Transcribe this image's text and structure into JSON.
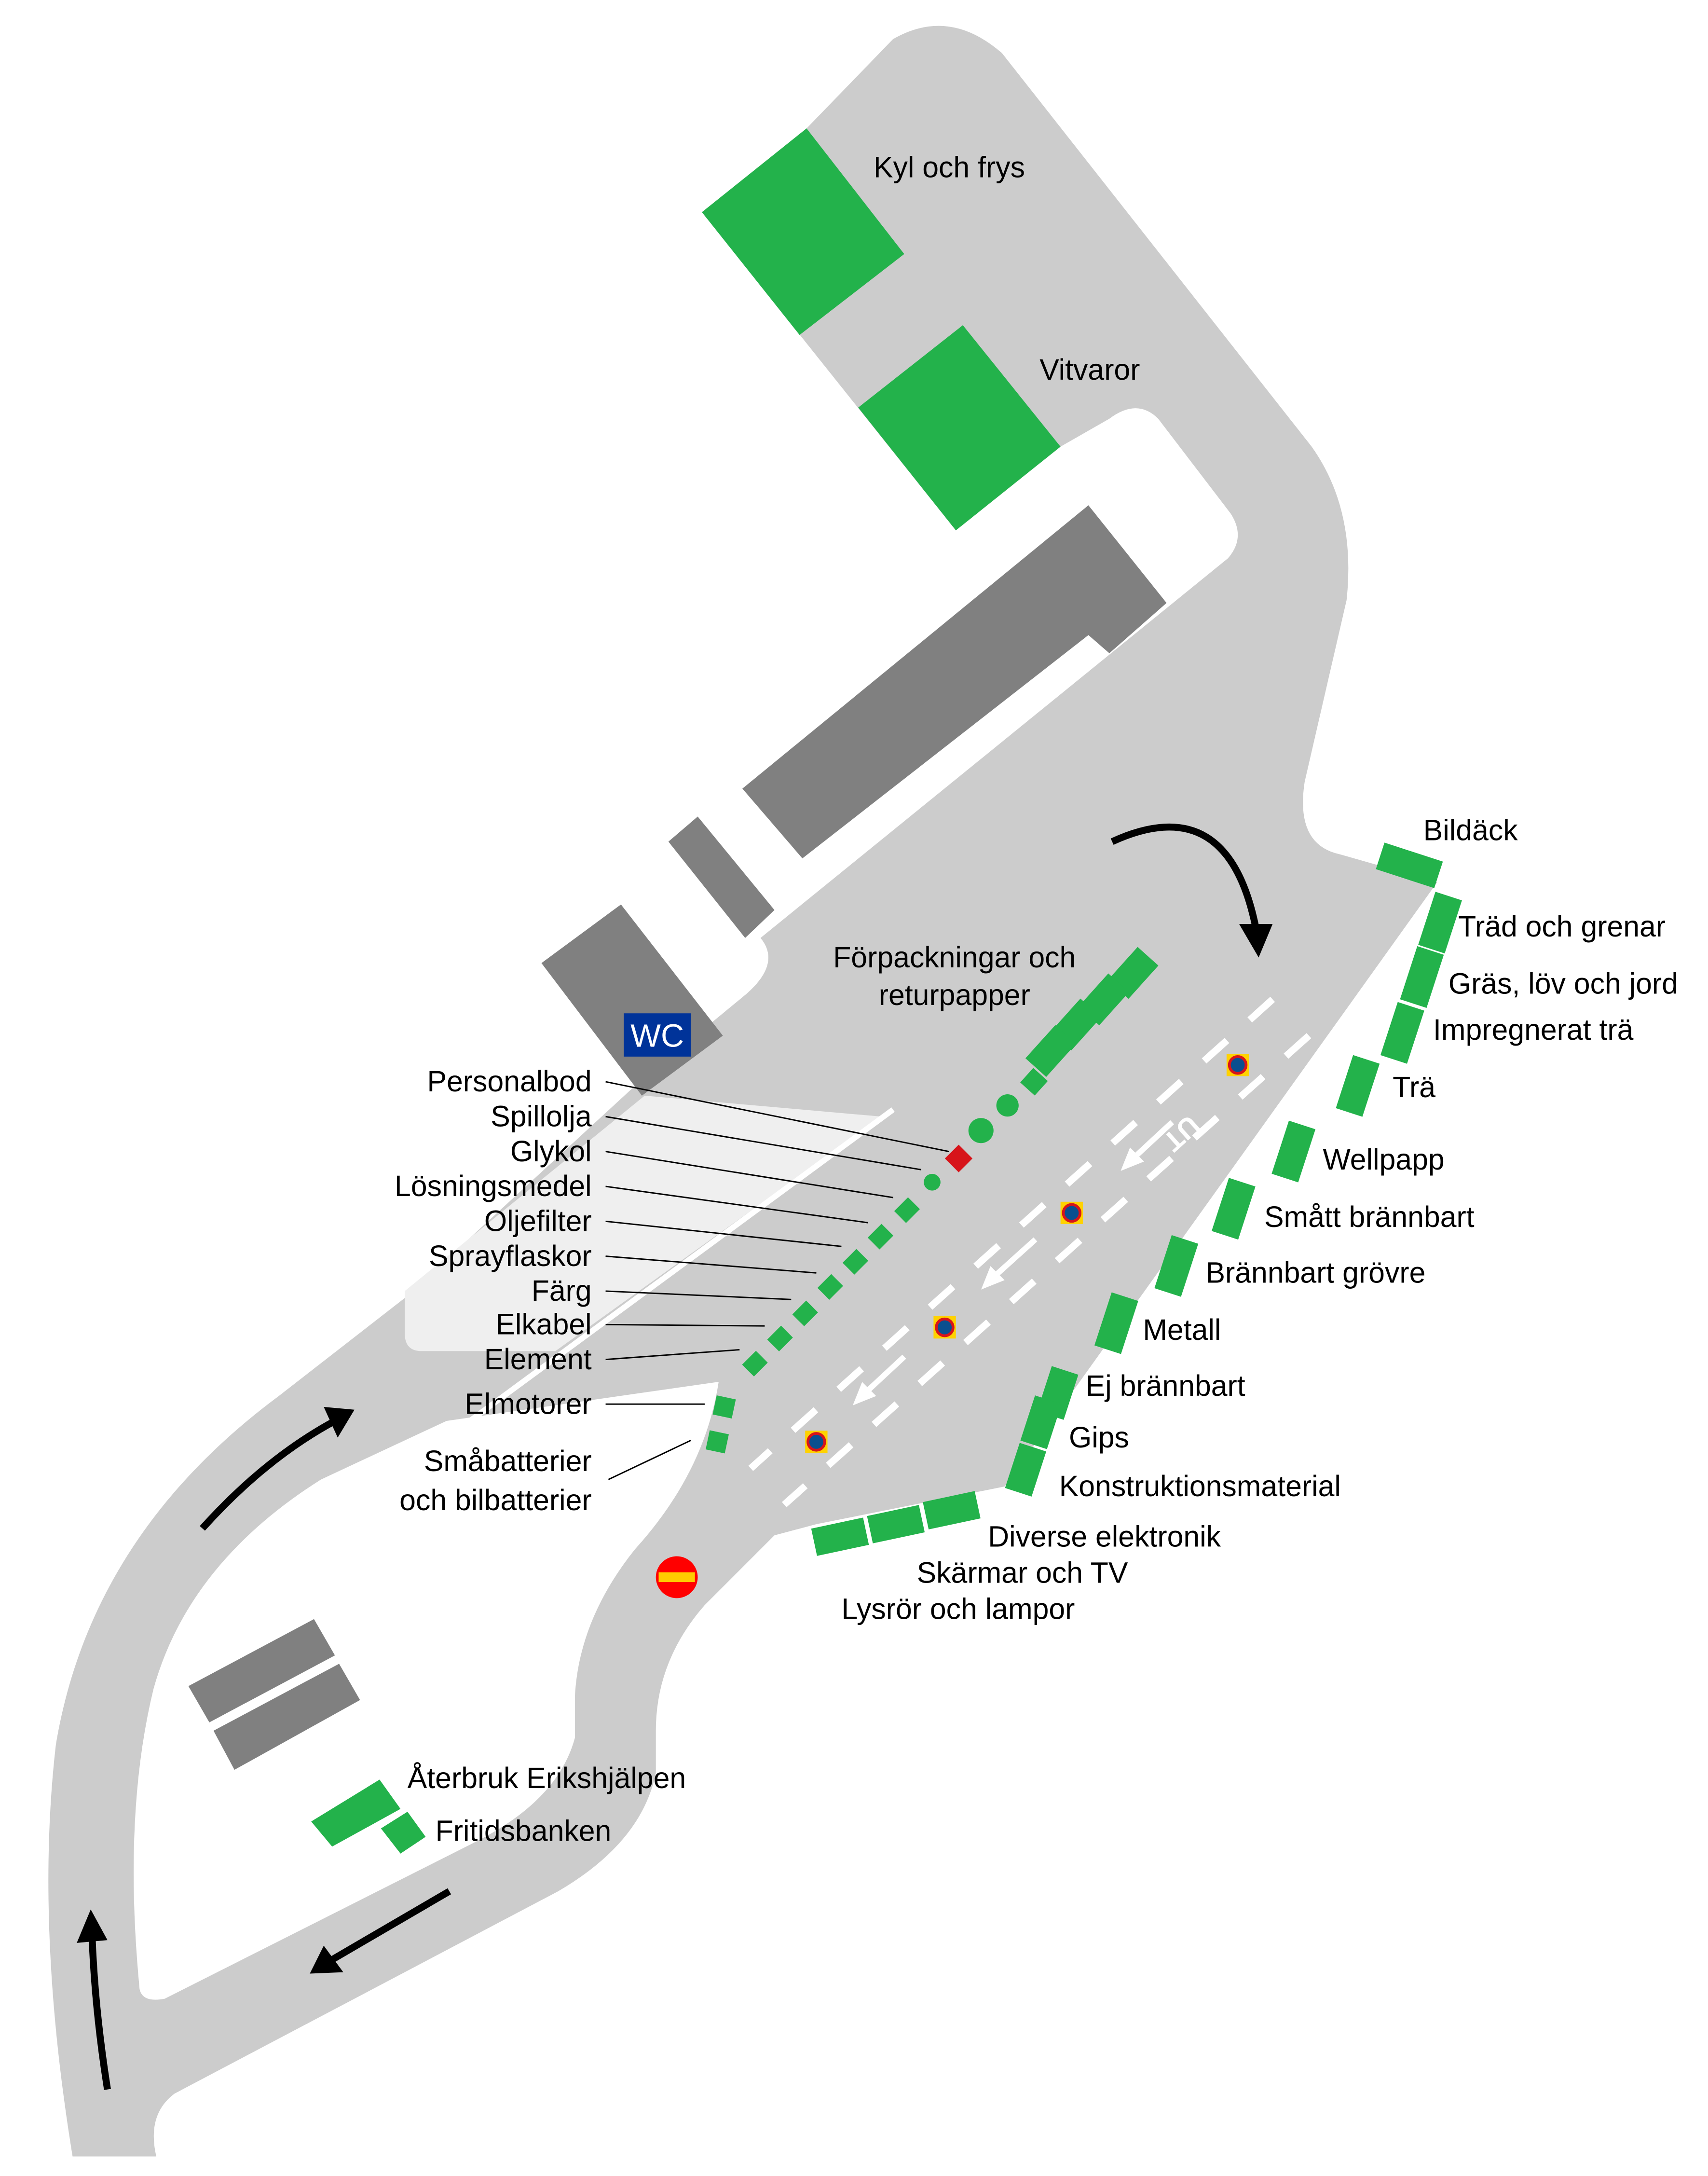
{
  "colors": {
    "road": "#cccccc",
    "station": "#23b24b",
    "building": "#808080",
    "wc": "#003399",
    "hazard": "#d7141a",
    "no_entry": "#ff0000",
    "no_entry_bar": "#ffcc00"
  },
  "wc_label": "WC",
  "lane_marking": "UT",
  "zones": {
    "kyl": "Kyl och frys",
    "vitvaror": "Vitvaror",
    "forpackningar_1": "Förpackningar och",
    "forpackningar_2": "returpapper",
    "aterbruk": "Återbruk Erikshjälpen",
    "fritidsbanken": "Fritidsbanken"
  },
  "left_labels": [
    "Personalbod",
    "Spillolja",
    "Glykol",
    "Lösningsmedel",
    "Oljefilter",
    "Sprayflaskor",
    "Färg",
    "Elkabel",
    "Element",
    "Elmotorer"
  ],
  "batteries": {
    "line1": "Småbatterier",
    "line2": "och bilbatterier"
  },
  "right_labels": [
    "Bildäck",
    "Träd och grenar",
    "Gräs, löv och jord",
    "Impregnerat trä",
    "Trä",
    "Wellpapp",
    "Smått brännbart",
    "Brännbart grövre",
    "Metall",
    "Ej brännbart",
    "Gips",
    "Konstruktionsmaterial"
  ],
  "bottom_labels": [
    "Diverse elektronik",
    "Skärmar och TV",
    "Lysrör och lampor"
  ],
  "icons": {
    "parking": "no-parking-sign",
    "entry": "no-entry-sign",
    "direction": "arrow"
  }
}
